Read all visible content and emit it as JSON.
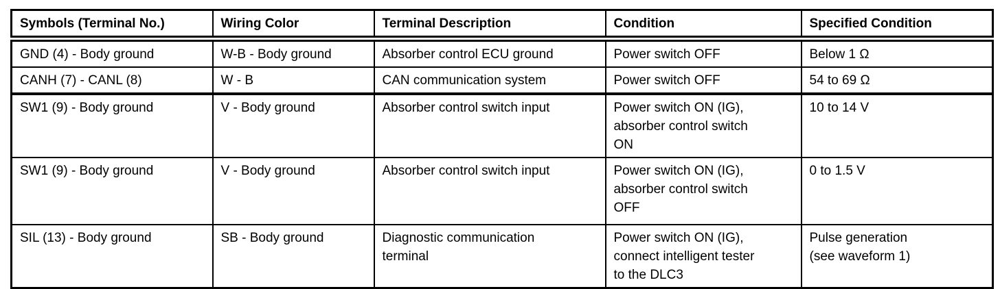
{
  "table": {
    "columns": [
      "Symbols (Terminal No.)",
      "Wiring Color",
      "Terminal Description",
      "Condition",
      "Specified Condition"
    ],
    "rows": [
      {
        "cells": [
          "GND (4) - Body ground",
          "W-B - Body ground",
          "Absorber control ECU ground",
          "Power switch OFF",
          "Below 1 Ω"
        ]
      },
      {
        "cells": [
          "CANH (7) - CANL (8)",
          "W - B",
          "CAN communication system",
          "Power switch OFF",
          "54 to 69 Ω"
        ]
      },
      {
        "cells": [
          "SW1 (9) - Body ground",
          "V - Body ground",
          "Absorber control switch input",
          "Power switch ON (IG),\nabsorber control switch\nON",
          "10 to 14 V"
        ]
      },
      {
        "cells": [
          "SW1 (9) - Body ground",
          "V - Body ground",
          "Absorber control switch input",
          "Power switch ON (IG),\nabsorber control switch\nOFF",
          "0 to 1.5 V"
        ]
      },
      {
        "cells": [
          "SIL (13) - Body ground",
          "SB - Body ground",
          "Diagnostic communication\nterminal",
          "Power switch ON (IG),\nconnect intelligent tester\nto the DLC3",
          "Pulse generation\n(see waveform 1)"
        ]
      }
    ]
  }
}
